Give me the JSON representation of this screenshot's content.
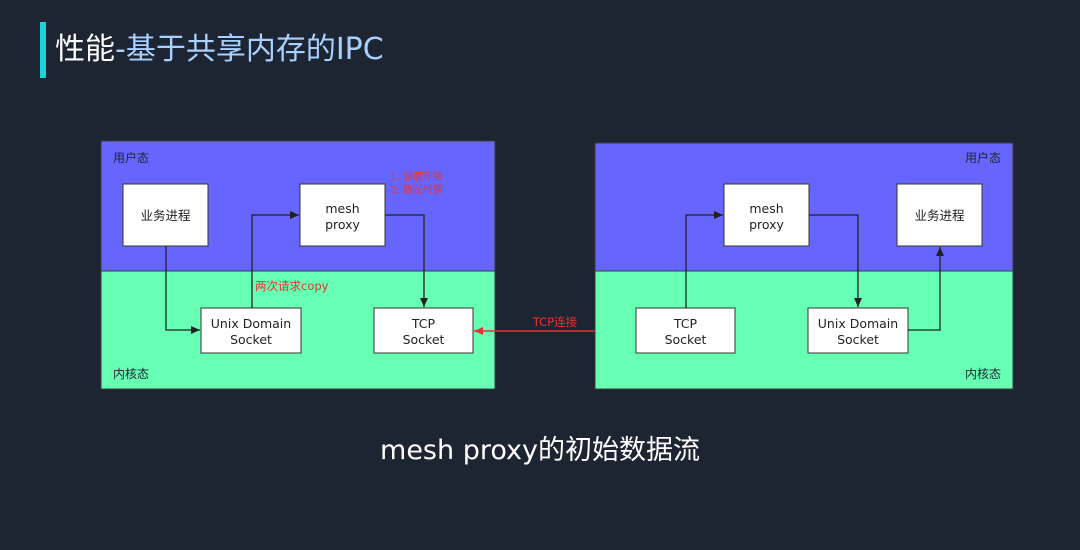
{
  "title": {
    "main": "性能",
    "sep": "-",
    "sub": "基于共享内存的IPC"
  },
  "caption": "mesh proxy的初始数据流",
  "left": {
    "user_label": "用户态",
    "kernel_label": "内核态",
    "biz_process": "业务进程",
    "mesh_proxy": [
      "mesh",
      "proxy"
    ],
    "uds": [
      "Unix Domain",
      "Socket"
    ],
    "tcp": [
      "TCP",
      "Socket"
    ],
    "note_red": [
      "1: 调度开销",
      "2: 协议转换"
    ],
    "copy_note": "两次请求copy"
  },
  "connection_label": "TCP连接",
  "right": {
    "user_label": "用户态",
    "kernel_label": "内核态",
    "biz_process": "业务进程",
    "mesh_proxy": [
      "mesh",
      "proxy"
    ],
    "uds": [
      "Unix Domain",
      "Socket"
    ],
    "tcp": [
      "TCP",
      "Socket"
    ]
  },
  "colors": {
    "user_space": "#6666ff",
    "kernel_space": "#66ffb3",
    "accent_bar": "#1ed3d8",
    "connection": "#e53333"
  }
}
